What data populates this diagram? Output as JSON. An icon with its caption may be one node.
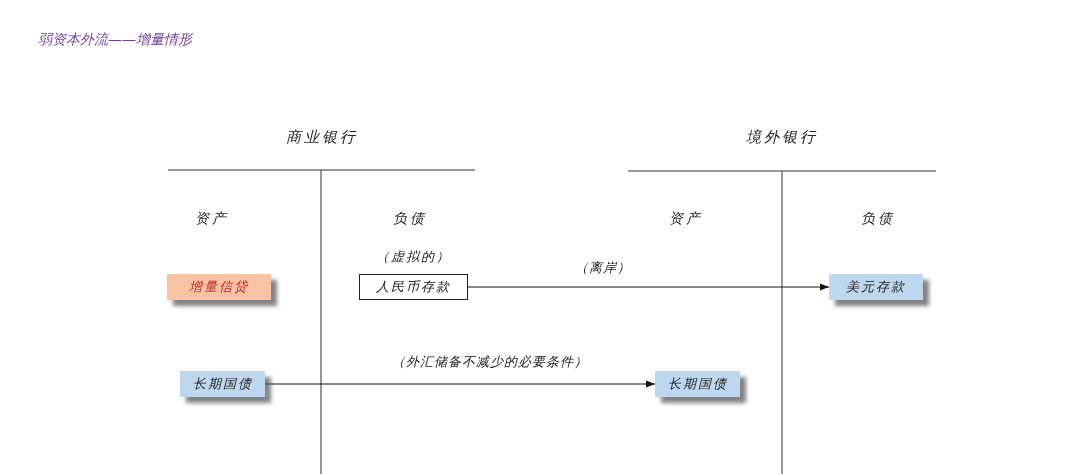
{
  "diagram": {
    "title": "弱资本外流——增量情形",
    "nodes": [
      {
        "text": [
          "增量信贷"
        ]
      },
      {
        "text": [
          "人民币存款"
        ],
        "beside": [
          "（虚拟的）"
        ]
      },
      {
        "text": [
          "美元存款"
        ]
      },
      {
        "text": [
          "长期国债"
        ]
      },
      {
        "text": [
          "长期国债"
        ]
      }
    ],
    "edges": [
      {
        "from": 1,
        "to": 2,
        "arrow": "to",
        "label": "（离岸）"
      },
      {
        "from": 3,
        "to": 4,
        "arrow": "to",
        "label": "（外汇储备不减少的必要条件）"
      }
    ],
    "labels": [
      "商业银行",
      "境外银行",
      "资产",
      "负债",
      "资产",
      "负债"
    ]
  }
}
